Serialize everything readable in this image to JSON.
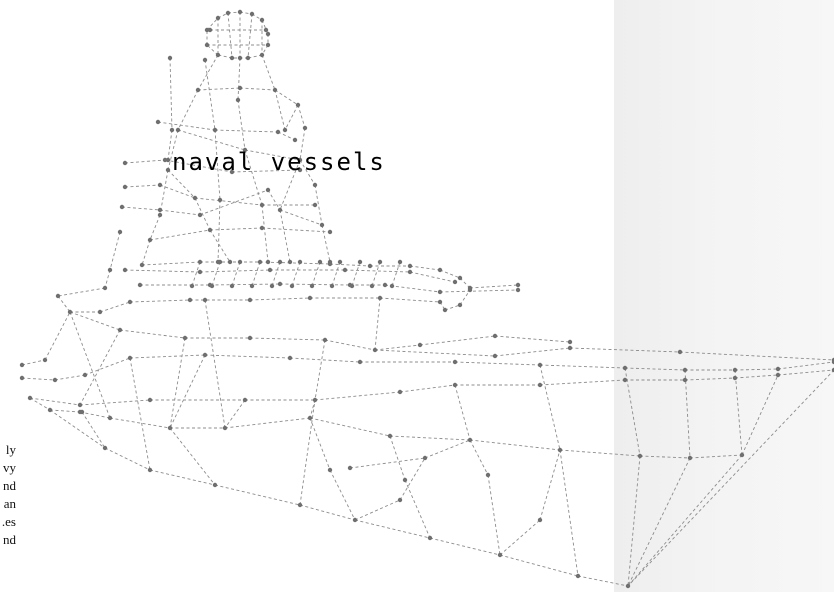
{
  "headline": "naval vessels",
  "paragraph_fragments": [
    "ly",
    "vy",
    "nd",
    "an",
    "es.",
    "nd"
  ],
  "colors": {
    "wire": "#8c8c8c",
    "node": "#6f6f6f",
    "panel": "#f3f3f3",
    "text": "#000000"
  },
  "illustration": "wireframe-warship"
}
